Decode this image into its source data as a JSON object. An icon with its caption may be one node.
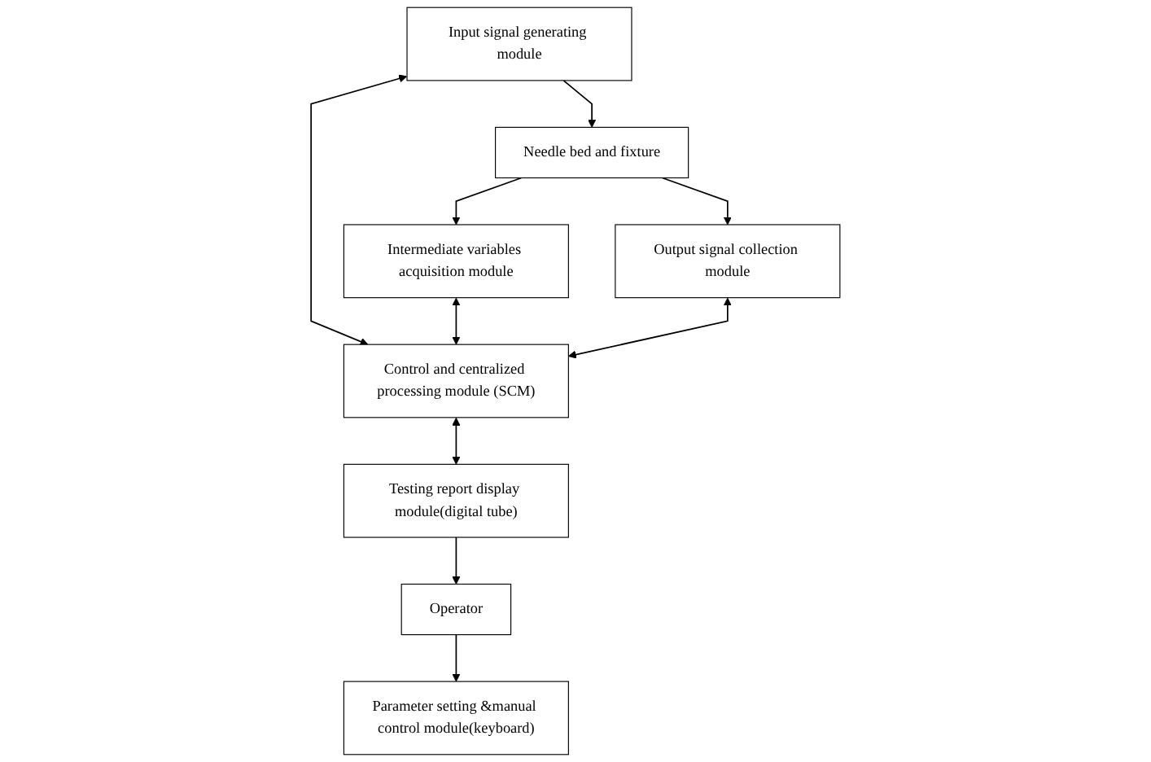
{
  "diagram": {
    "nodes": [
      {
        "text": [
          "Needle bed and fixture"
        ]
      },
      {
        "text": [
          "Input signal generating module"
        ]
      },
      {
        "text": [
          "Intermediate variables acquisition module"
        ]
      },
      {
        "text": [
          "Output signal collection module"
        ]
      },
      {
        "text": [
          "Control and centralized processing module (SCM)"
        ]
      },
      {
        "text": [
          "Parameter setting &manual control module(keyboard)"
        ]
      },
      {
        "text": [
          "Testing report display module(digital tube)"
        ]
      },
      {
        "text": [
          "Operator"
        ]
      }
    ],
    "edges": [
      {
        "from": 1,
        "to": 0,
        "arrow": "to"
      },
      {
        "from": 0,
        "to": 2,
        "arrow": "to"
      },
      {
        "from": 0,
        "to": 3,
        "arrow": "to"
      },
      {
        "from": 1,
        "to": 4,
        "arrow": "both"
      },
      {
        "from": 2,
        "to": 4,
        "arrow": "both"
      },
      {
        "from": 3,
        "to": 4,
        "arrow": "both"
      },
      {
        "from": 4,
        "to": 6,
        "arrow": "both"
      },
      {
        "from": 6,
        "to": 7,
        "arrow": "to"
      },
      {
        "from": 7,
        "to": 5,
        "arrow": "to"
      }
    ]
  }
}
